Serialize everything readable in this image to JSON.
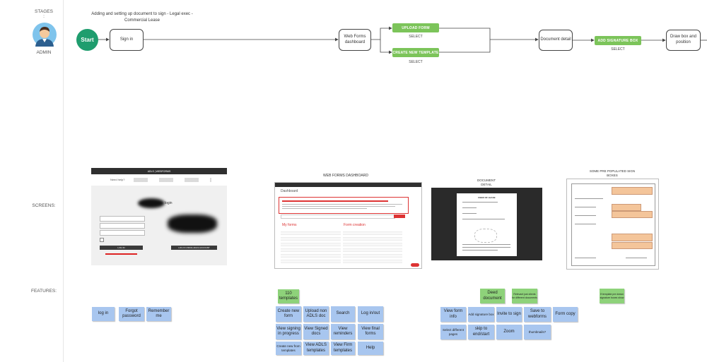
{
  "stages_label": "STAGES",
  "stages_colon": ":",
  "persona_label": "ADMIN",
  "screens_label": "SCREENS:",
  "features_label": "FEATURES:",
  "flow_title": "Adding and setting up document to sign - Legal exec - Commercial Lease",
  "flow": {
    "start": "Start",
    "sign_in": "Sign in",
    "web_forms_dashboard": "Web Forms dashboard",
    "upload_form": "UPLOAD FORM",
    "create_new_template": "CREATE NEW TEMPLATE",
    "select_1": "SELECT",
    "select_2": "SELECT",
    "document_detail": "Document detail",
    "add_signature_box": "ADD SIGNATURE BOX",
    "select_3": "SELECT",
    "draw_box": "Draw box and position"
  },
  "screens": {
    "web_forms_dashboard_title": "WEB FORMS DASHBOARD",
    "document_detail_title": "DOCUMENT DETAIL",
    "signature_boxes_title": "SOME PRE POPULATED SIGN BOXES",
    "login": {
      "header": "ADLS | WEBFORMS",
      "need_help": "Need help?",
      "heading": "login",
      "btn_login": "LOG IN",
      "btn_other": "LOG IN USING ADLS ACCOUNT"
    },
    "dashboard": {
      "title": "Dashboard",
      "my_forms": "My forms",
      "form_creation": "Form creation"
    },
    "doc": {
      "heading": "DEED OF LEASE"
    }
  },
  "features": {
    "col1": [
      "log in",
      "Forgot password",
      "Remember me"
    ],
    "col2_header": "110 templates",
    "col2": [
      "Create new form",
      "Upload non ADLS doc",
      "Search",
      "Log in/out",
      "View signing in progress",
      "View Signed docs",
      "View reminders",
      "View final forms",
      "Create new from templates",
      "View ADLS templates",
      "View Firm templates",
      "Help"
    ],
    "col3_deed": "Deed document",
    "col3_note": "Relevant just clients for different documents",
    "col3": [
      "View form info",
      "Add signature box",
      "Invite to sign",
      "Save to webforms",
      "Form copy",
      "Select different pages",
      "skip to end/start",
      "Zoom",
      "thumbnails?"
    ],
    "col4_note": "If template pre drawn signature boxes show"
  }
}
